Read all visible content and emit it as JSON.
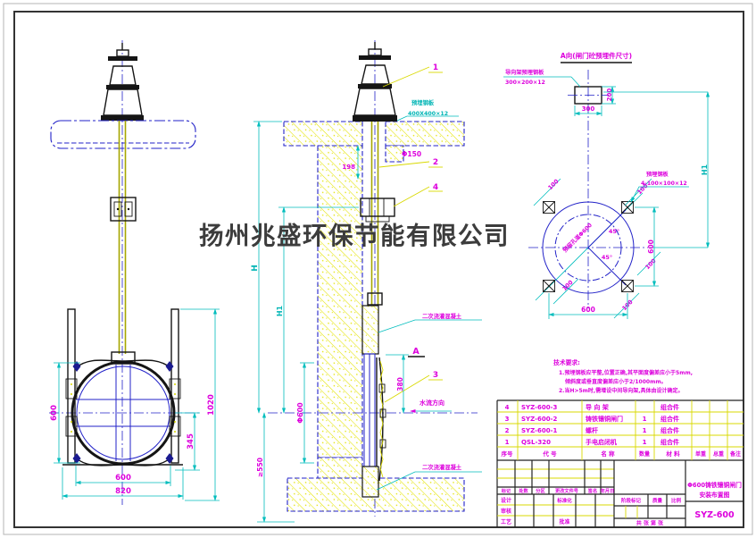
{
  "watermark": "扬州兆盛环保节能有限公司",
  "colors": {
    "line_blue": "#2222c8",
    "dim_cyan": "#00bdbd",
    "label_magenta": "#dd00dd",
    "hatch_yellow": "#e4e400",
    "black": "#151515"
  },
  "front_view": {
    "dim_opening_height": "600",
    "dim_frame_height": "1020",
    "dim_345": "345",
    "dim_opening_width": "600",
    "dim_base_width": "820"
  },
  "section_view": {
    "balloon_1": "1",
    "balloon_2": "2",
    "balloon_3": "3",
    "balloon_4": "4",
    "plate_label_line1": "预埋钢板",
    "plate_label_line2": "400X400×12",
    "dim_phi150": "Φ150",
    "dim_198": "198",
    "dim_H": "H",
    "dim_H1": "H1",
    "dim_ge550": "≥550",
    "dim_380": "380",
    "dim_phi600": "Φ600",
    "flow_label": "水流方向",
    "grout_top": "二次浇灌混凝土",
    "grout_bottom": "二次浇灌混凝土",
    "section_mark": "A"
  },
  "detail_view": {
    "title": "A向(闸门砼预埋件尺寸)",
    "plate_label_line1": "导向架预埋钢板",
    "plate_label_line2": "300×200×12",
    "corner_plate_line1": "预埋钢板",
    "corner_plate_line2": "4-100×100×12",
    "dim_300": "300",
    "dim_200": "200",
    "dim_600_h": "600",
    "dim_600_v": "600",
    "dim_H1": "H1",
    "angle_1": "45°",
    "angle_2": "45°",
    "hole_label": "预留孔道Φ600",
    "offset_dims": [
      "100",
      "100",
      "100",
      "100",
      "100"
    ]
  },
  "notes": {
    "title": "技术要求:",
    "line1": "1.预埋钢板应平整,位置正确,其平面度偏差应小于5mm,",
    "line2": "倾斜度或垂直度偏差应小于2/1000mm。",
    "line3": "2.当H>5m时,需增设中间导向架,具体由设计确定。"
  },
  "parts_table": {
    "headers": {
      "seq": "序号",
      "code": "代  号",
      "name": "名  称",
      "qty": "数量",
      "material": "材  料",
      "unit_weight": "单重",
      "total_weight": "总重",
      "remark": "备注"
    },
    "rows": [
      {
        "seq": "4",
        "code": "SYZ-600-3",
        "name": "导 向 架",
        "qty": "",
        "material": "组合件"
      },
      {
        "seq": "3",
        "code": "SYZ-600-2",
        "name": "铸铁镶铜闸门",
        "qty": "1",
        "material": "组合件"
      },
      {
        "seq": "2",
        "code": "SYZ-600-1",
        "name": "螺杆",
        "qty": "1",
        "material": "组合件"
      },
      {
        "seq": "1",
        "code": "QSL-320",
        "name": "手电启闭机",
        "qty": "1",
        "material": "组合件"
      }
    ]
  },
  "title_block": {
    "rev_header": {
      "mark": "标记",
      "count": "处数",
      "zone": "分区",
      "doc_no": "更改文件号",
      "sign": "签名",
      "date": "年月日"
    },
    "design": "设计",
    "check": "审核",
    "process": "工艺",
    "standard": "标准化",
    "approve": "批准",
    "stage": "阶段标记",
    "weight": "质量",
    "scale": "比例",
    "sheet": "共 张 第 张",
    "title_line1": "Φ600铸铁镶铜闸门",
    "title_line2": "安装布置图",
    "drawing_no": "SYZ-600"
  }
}
